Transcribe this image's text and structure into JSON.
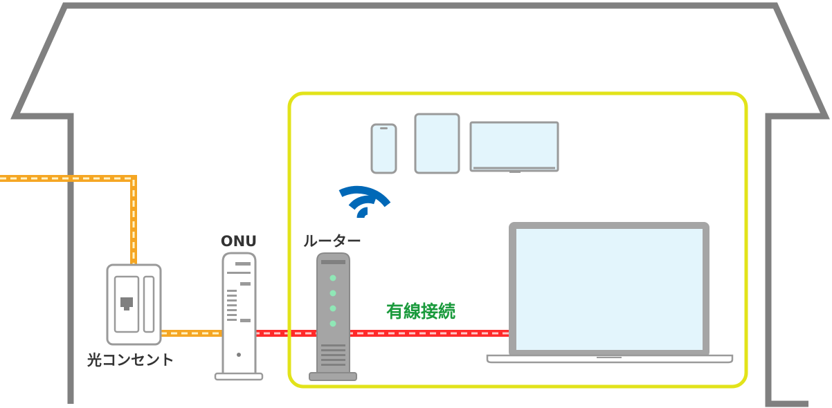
{
  "labels": {
    "outlet": "光コンセント",
    "onu": "ONU",
    "router": "ルーター",
    "wired": "有線接続"
  },
  "colors": {
    "house": "#808080",
    "fiber": "#f5a623",
    "fiber_dash": "#fff3c4",
    "lan": "#ff2a2a",
    "lan_dash": "#ffc8c8",
    "network_box": "#e2e31a",
    "wifi": "#0068b7",
    "wired_text": "#1a9a3c",
    "screen": "#e3f5fc",
    "device_gray": "#a5a5a5",
    "led": "#8fe7b6"
  },
  "icons": {
    "outlet": "optical-outlet-icon",
    "onu": "onu-device-icon",
    "router": "router-device-icon",
    "wifi": "wifi-icon",
    "phone": "smartphone-icon",
    "tablet": "tablet-icon",
    "tv": "tv-icon",
    "laptop": "laptop-icon"
  }
}
